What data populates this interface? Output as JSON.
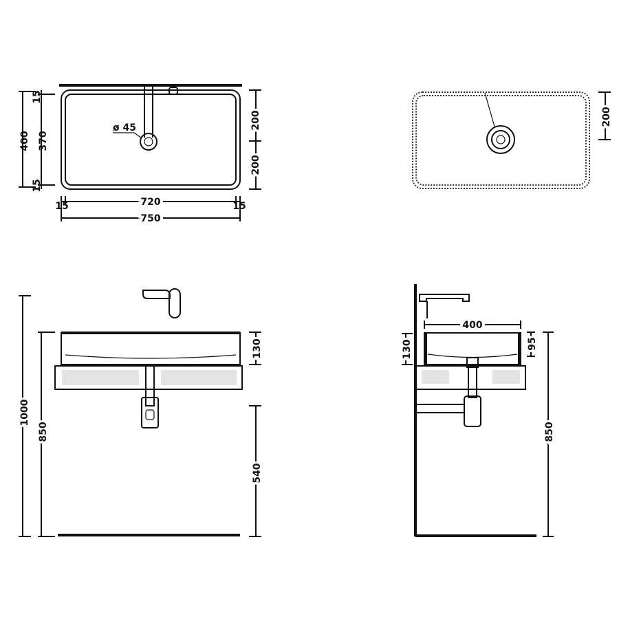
{
  "top_view": {
    "dims": {
      "overall_depth": "400",
      "inner_depth": "370",
      "rim_top": "15",
      "rim_bottom": "15",
      "half_right_top": "200",
      "half_right_bottom": "200",
      "inner_width": "720",
      "rim_left": "15",
      "rim_right": "15",
      "overall_width": "750",
      "drain_diameter": "ø 45"
    }
  },
  "top_view_right": {
    "dims": {
      "drain_offset": "200"
    }
  },
  "front_view": {
    "dims": {
      "total_height": "1000",
      "rim_height": "850",
      "basin_height": "130",
      "drain_height": "540"
    }
  },
  "side_view": {
    "dims": {
      "depth": "400",
      "basin_height": "130",
      "bowl_depth": "95",
      "rim_height": "850"
    }
  }
}
